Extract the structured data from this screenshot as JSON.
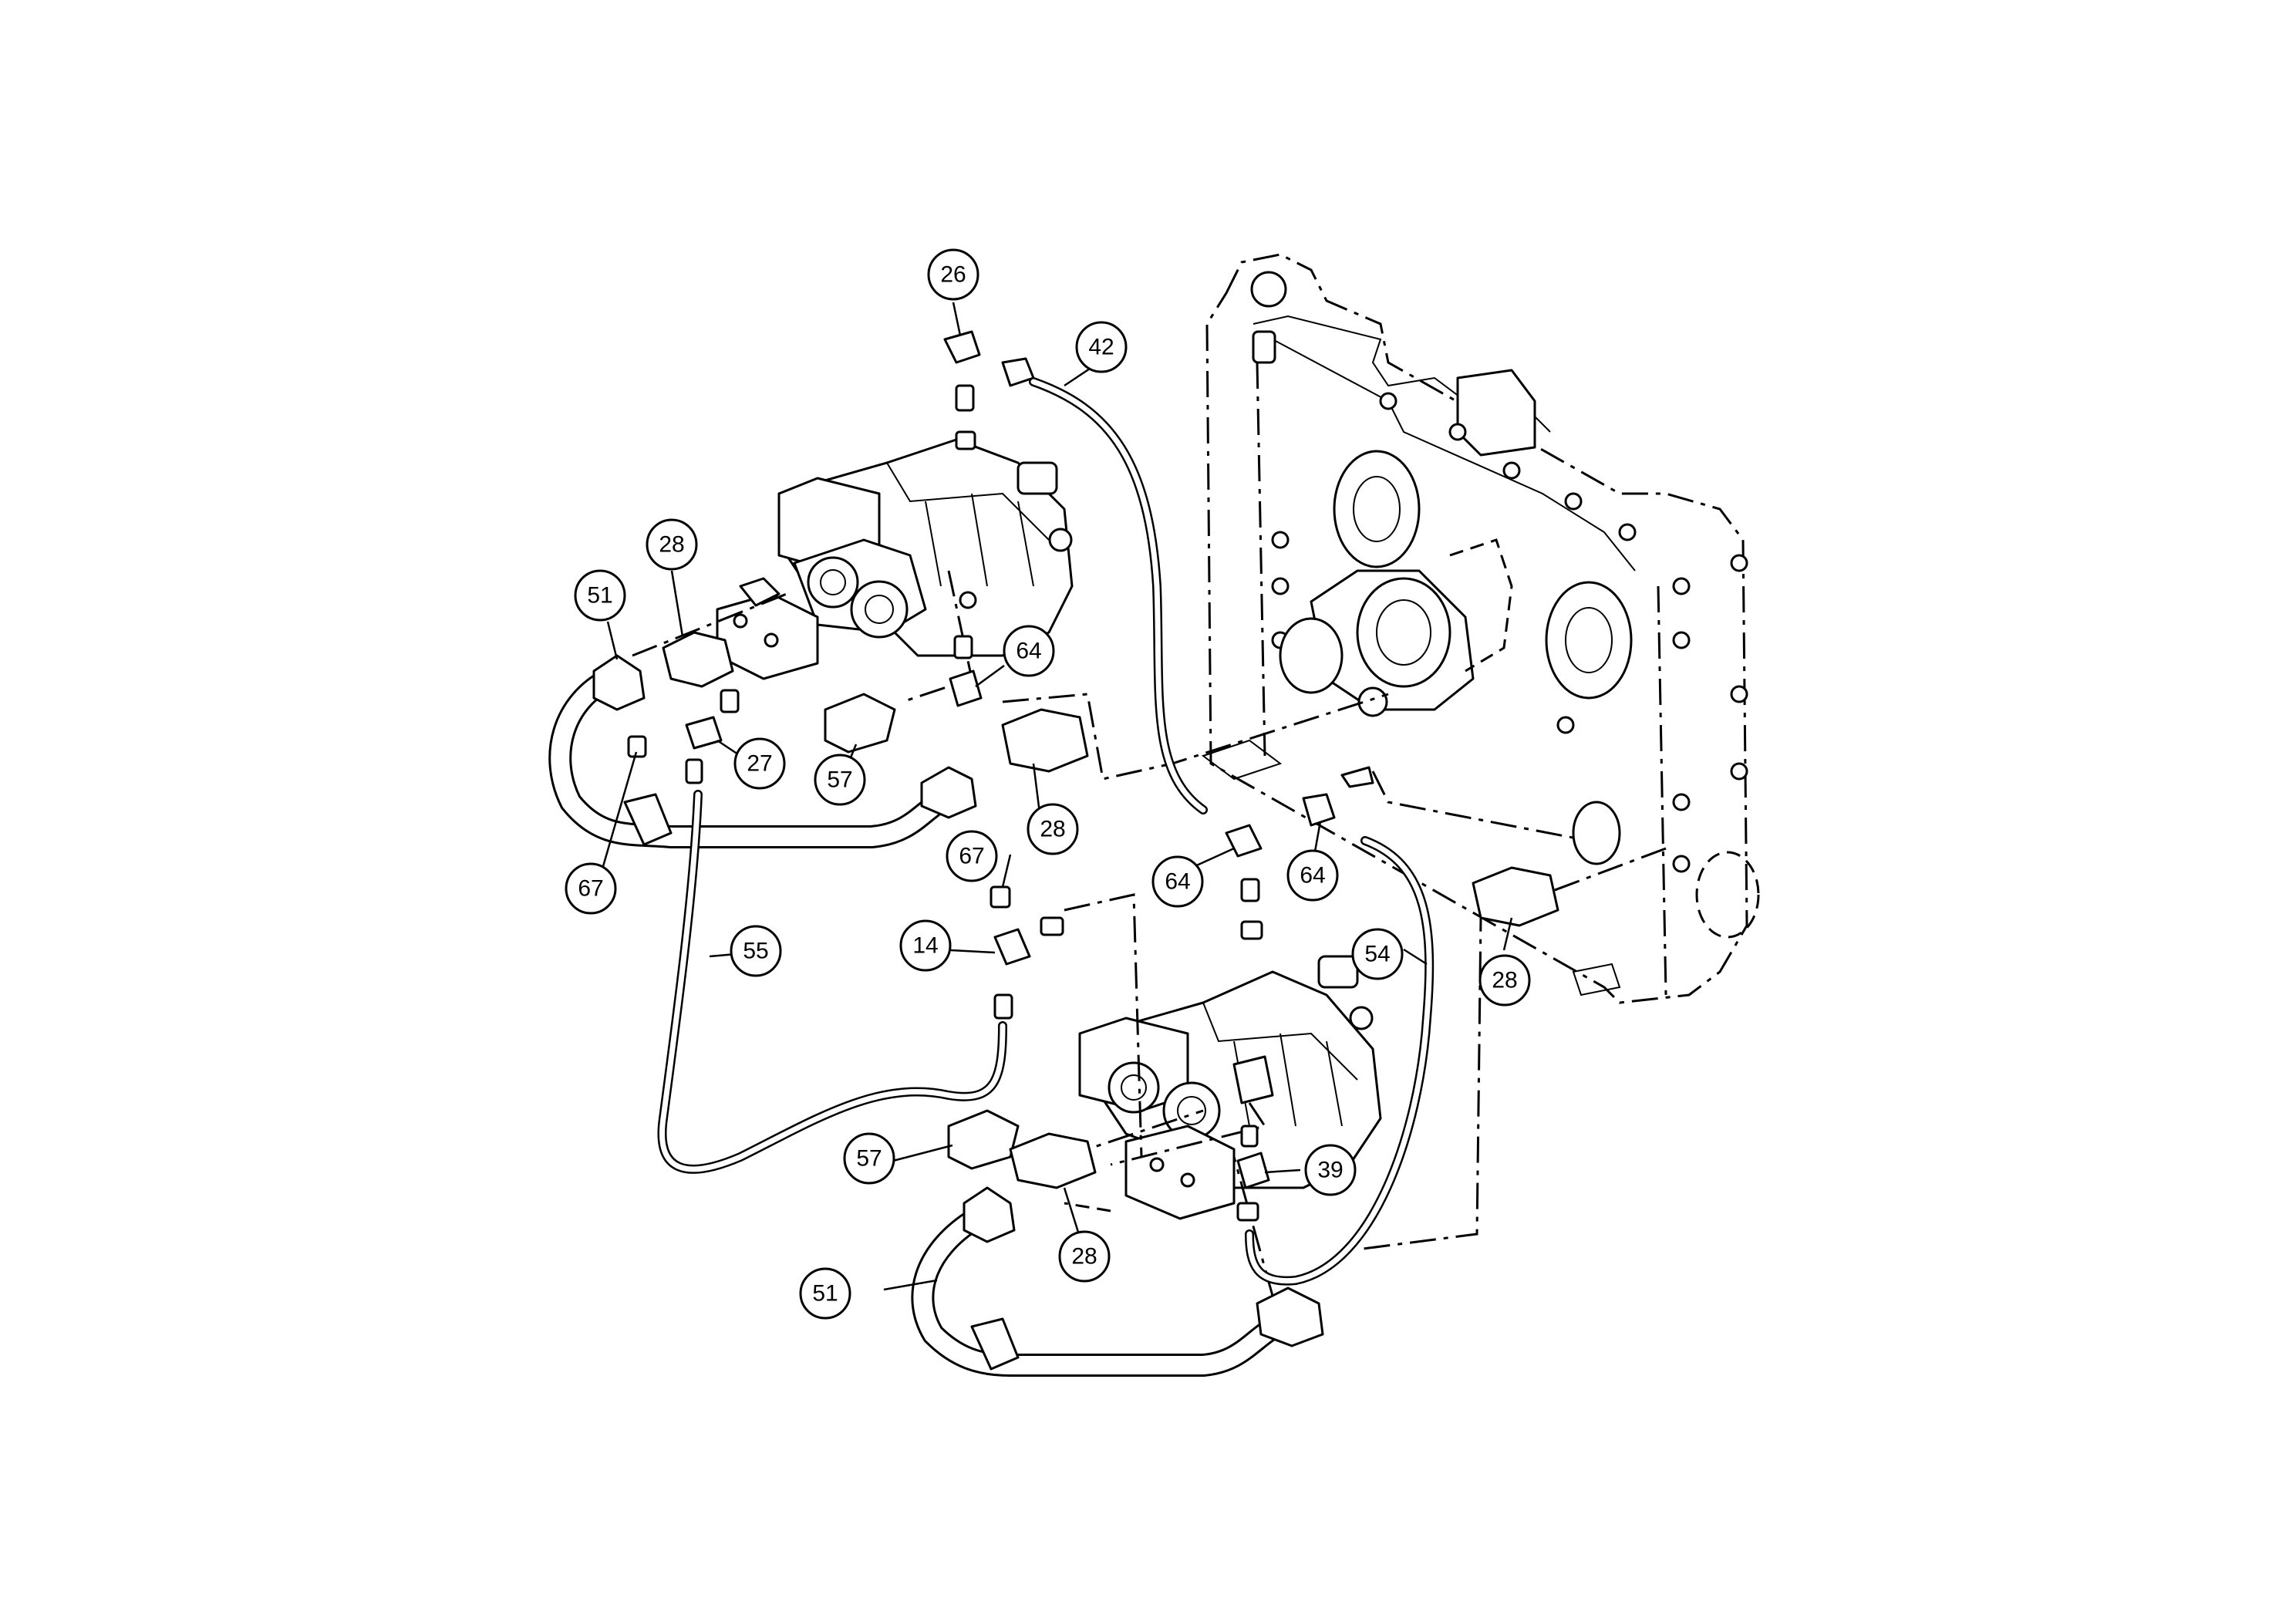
{
  "callouts": [
    {
      "id": "c26a",
      "label": "26"
    },
    {
      "id": "c42",
      "label": "42"
    },
    {
      "id": "c28a",
      "label": "28"
    },
    {
      "id": "c51a",
      "label": "51"
    },
    {
      "id": "c64a",
      "label": "64"
    },
    {
      "id": "c27",
      "label": "27"
    },
    {
      "id": "c57a",
      "label": "57"
    },
    {
      "id": "c28b",
      "label": "28"
    },
    {
      "id": "c67a",
      "label": "67"
    },
    {
      "id": "c64b",
      "label": "64"
    },
    {
      "id": "c64c",
      "label": "64"
    },
    {
      "id": "c28c",
      "label": "28"
    },
    {
      "id": "c67b",
      "label": "67"
    },
    {
      "id": "c14",
      "label": "14"
    },
    {
      "id": "c55",
      "label": "55"
    },
    {
      "id": "c54",
      "label": "54"
    },
    {
      "id": "c57b",
      "label": "57"
    },
    {
      "id": "c39",
      "label": "39"
    },
    {
      "id": "c28d",
      "label": "28"
    },
    {
      "id": "c51b",
      "label": "51"
    }
  ]
}
